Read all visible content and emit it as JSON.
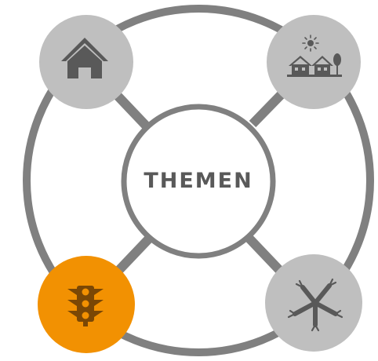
{
  "center": {
    "label": "THEMEN"
  },
  "topics": [
    {
      "icon": "house-icon",
      "state": "default"
    },
    {
      "icon": "village-sun-icon",
      "state": "default"
    },
    {
      "icon": "traffic-light-icon",
      "state": "active"
    },
    {
      "icon": "joined-hands-icon",
      "state": "default"
    }
  ],
  "colors": {
    "ring": "#808080",
    "node_default": "#bfbfbf",
    "node_active": "#f29102",
    "icon_default": "#595959",
    "icon_on_active": "#7a4705",
    "center_fill": "#ffffff",
    "center_text": "#595959"
  }
}
